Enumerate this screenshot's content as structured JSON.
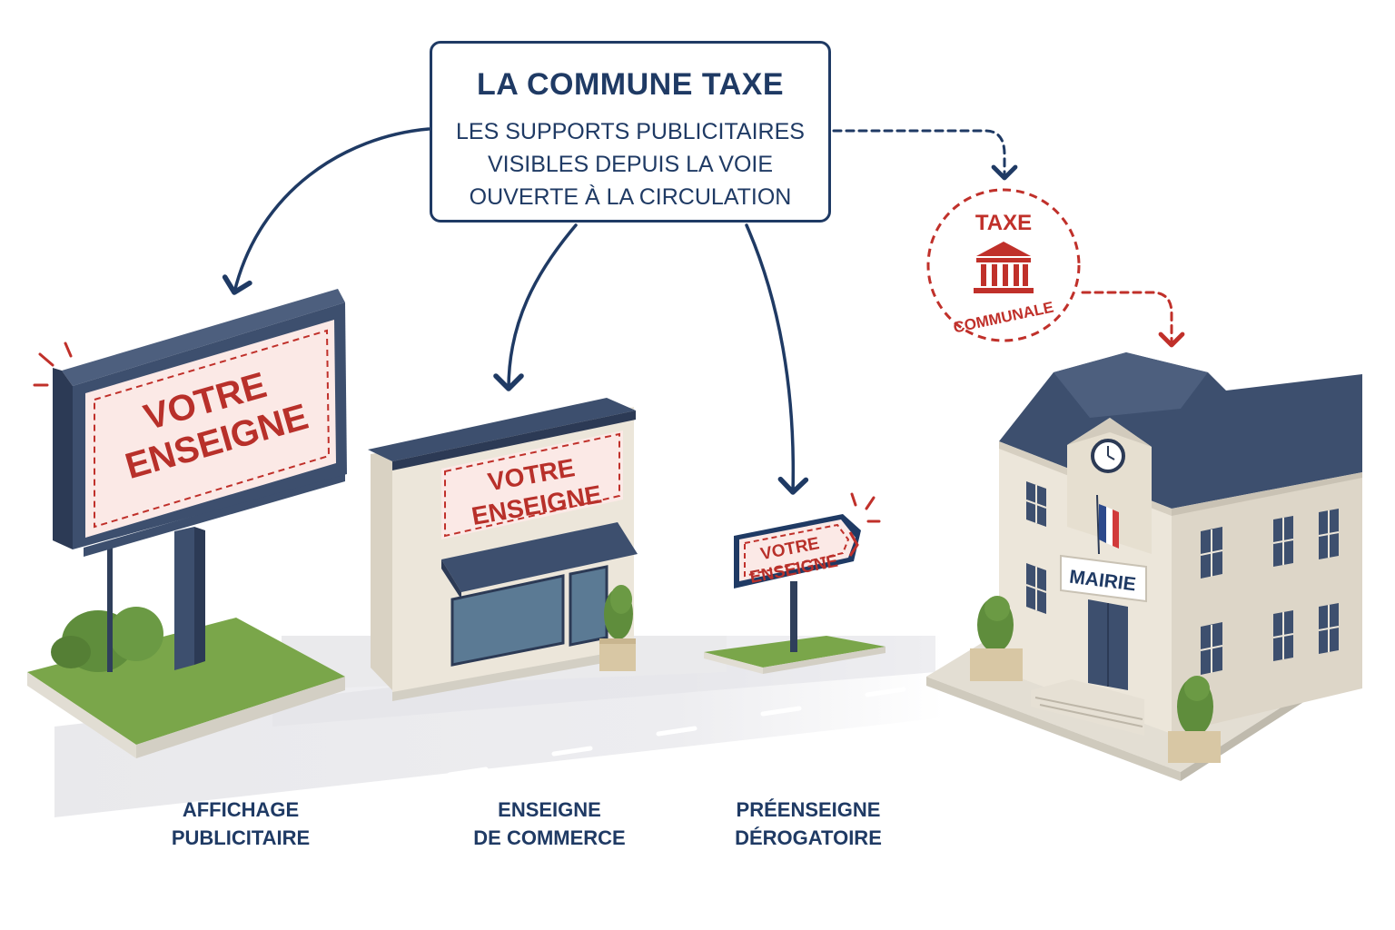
{
  "header": {
    "title": "LA COMMUNE TAXE",
    "subtitle_lines": [
      "LES SUPPORTS PUBLICITAIRES",
      "VISIBLES DEPUIS LA VOIE",
      "OUVERTE À LA CIRCULATION"
    ]
  },
  "billboard": {
    "line1": "VOTRE",
    "line2": "ENSEIGNE"
  },
  "shop_sign": {
    "line1": "VOTRE",
    "line2": "ENSEIGNE"
  },
  "preenseigne_sign": {
    "line1": "VOTRE",
    "line2": "ENSEIGNE"
  },
  "tax_stamp": {
    "top": "TAXE",
    "bottom": "COMMUNALE",
    "icon": "bank-icon"
  },
  "town_hall": {
    "label": "MAIRIE"
  },
  "captions": {
    "affichage": [
      "AFFICHAGE",
      "PUBLICITAIRE"
    ],
    "enseigne": [
      "ENSEIGNE",
      "DE COMMERCE"
    ],
    "preenseigne": [
      "PRÉENSEIGNE",
      "DÉROGATOIRE"
    ]
  },
  "colors": {
    "navy": "#1f3a64",
    "red": "#c0302a",
    "sign_bg": "#fbe9e6",
    "grass": "#7aa64a",
    "building": "#ece6da",
    "roof": "#3d4f6e"
  }
}
